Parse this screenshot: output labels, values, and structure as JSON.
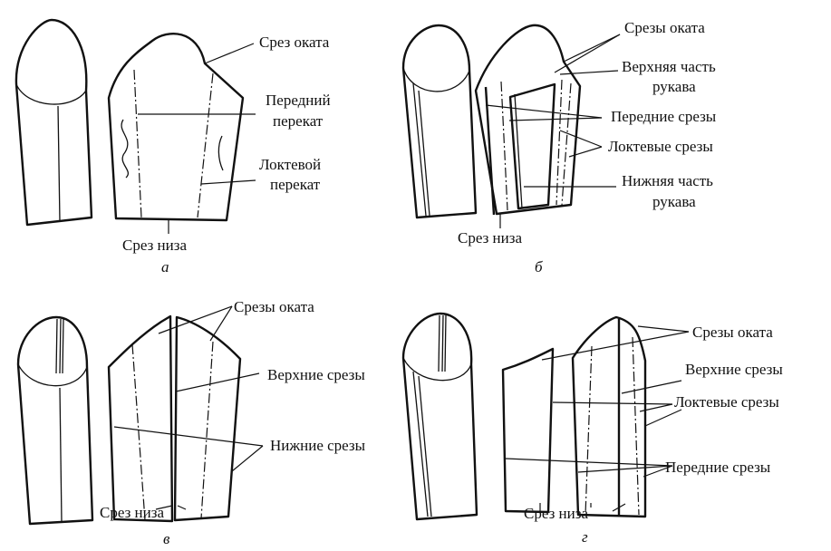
{
  "panel_a": {
    "caption": "а",
    "labels": {
      "srez_okata": "Срез оката",
      "peredniy_1": "Передний",
      "peredniy_2": "перекат",
      "loktevoy_1": "Локтевой",
      "loktevoy_2": "перекат",
      "srez_niza": "Срез низа"
    }
  },
  "panel_b": {
    "caption": "б",
    "labels": {
      "srezy_okata": "Срезы оката",
      "verkhnyaya_1": "Верхняя часть",
      "verkhnyaya_2": "рукава",
      "perednie": "Передние срезы",
      "loktevye": "Локтевые срезы",
      "nizhnyaya_1": "Нижняя часть",
      "nizhnyaya_2": "рукава",
      "srez_niza": "Срез низа"
    }
  },
  "panel_v": {
    "caption": "в",
    "labels": {
      "srezy_okata": "Срезы оката",
      "verkhnie": "Верхние срезы",
      "nizhnie": "Нижние срезы",
      "srez_niza": "Срез низа"
    }
  },
  "panel_g": {
    "caption": "г",
    "labels": {
      "srezy_okata": "Срезы оката",
      "verkhnie": "Верхние срезы",
      "loktevye": "Локтевые срезы",
      "perednie": "Передние срезы",
      "srez_niza": "Срез низа"
    }
  }
}
